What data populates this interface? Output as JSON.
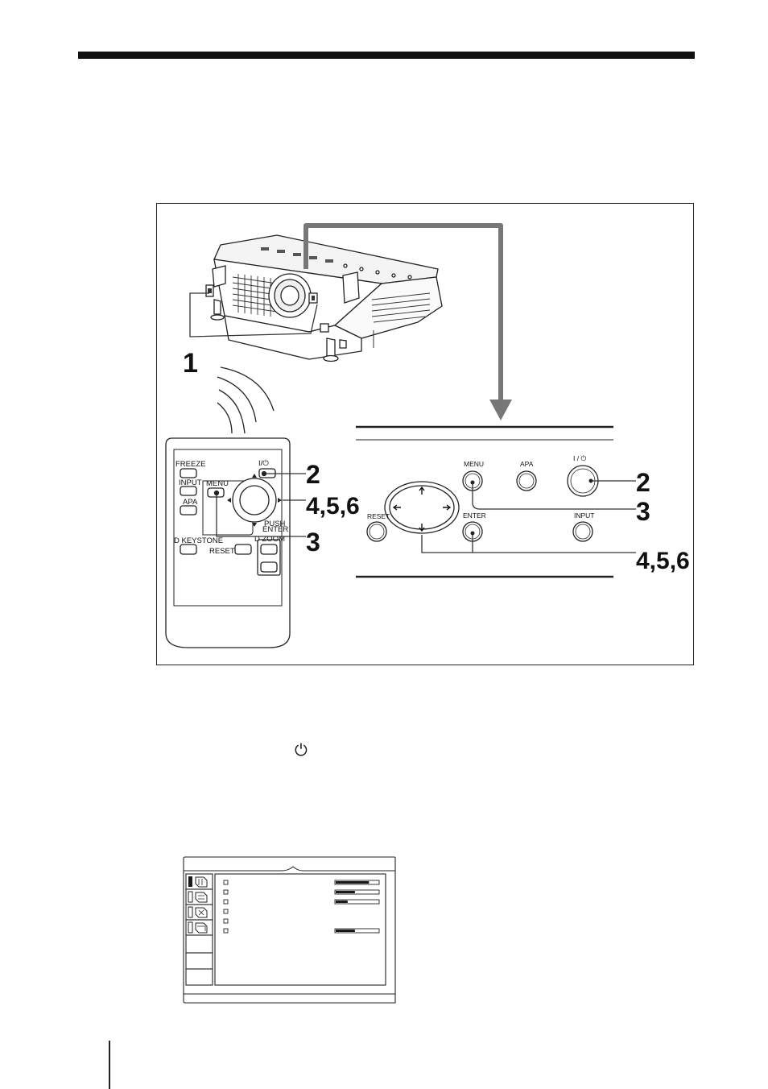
{
  "figure": {
    "callouts": {
      "c1": "1",
      "c2_remote": "2",
      "c456_remote": "4,5,6",
      "c3_remote": "3",
      "c2_panel": "2",
      "c3_panel": "3",
      "c456_panel": "4,5,6"
    },
    "remote": {
      "freeze": "FREEZE",
      "power": "I/⏻",
      "input": "INPUT",
      "menu": "MENU",
      "apa": "APA",
      "push": "PUSH",
      "enter": "ENTER",
      "d_keystone": "D KEYSTONE",
      "d_zoom": "D ZOOM",
      "reset": "RESET"
    },
    "panel": {
      "menu": "MENU",
      "apa": "APA",
      "power": "I / ⏻",
      "reset": "RESET",
      "enter": "ENTER",
      "input": "INPUT"
    }
  },
  "power_symbol": "⏻",
  "menu_screen": {
    "items": 6,
    "bars": [
      0.78,
      0.45,
      0.28,
      0.45
    ],
    "colors": {
      "line": "#222222",
      "fill": "#1a1a1a"
    }
  }
}
